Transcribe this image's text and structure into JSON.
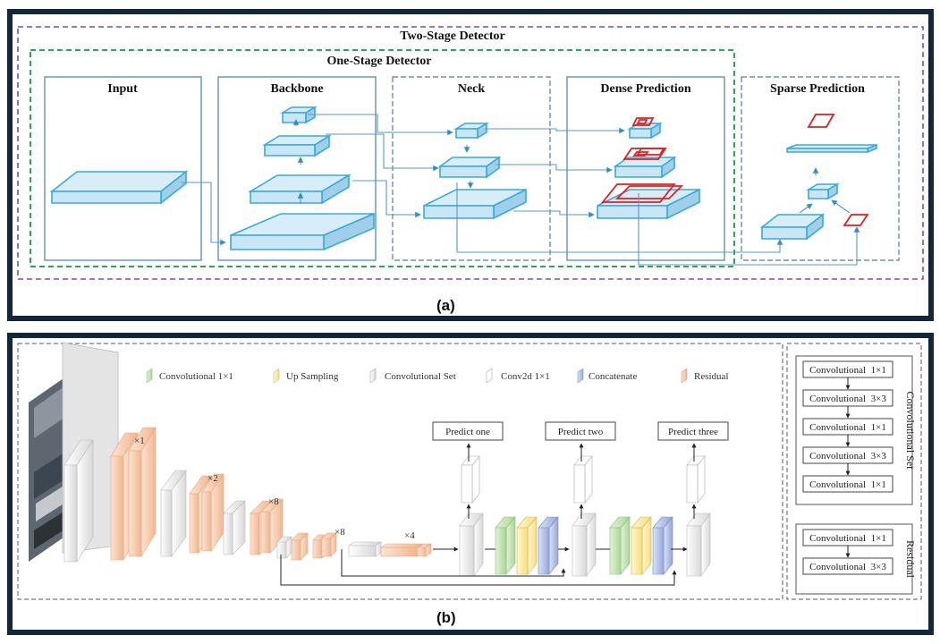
{
  "panel_a": {
    "label": "(a)",
    "two_stage": "Two-Stage Detector",
    "one_stage": "One-Stage Detector",
    "sections": {
      "input": "Input",
      "backbone": "Backbone",
      "neck": "Neck",
      "dense": "Dense Prediction",
      "sparse": "Sparse Prediction"
    }
  },
  "panel_b": {
    "label": "(b)",
    "legend": {
      "conv1x1": "Convolutional 1×1",
      "upsampling": "Up Sampling",
      "convset": "Convolutional Set",
      "conv2d": "Conv2d 1×1",
      "concat": "Concatenate",
      "residual": "Residual"
    },
    "multipliers": [
      "×1",
      "×2",
      "×8",
      "×8",
      "×4"
    ],
    "predict": [
      "Predict one",
      "Predict two",
      "Predict three"
    ],
    "convset_title": "Convolutional Set",
    "convset_items": [
      "Convolutional  1×1",
      "Convolutional  3×3",
      "Convolutional  1×1",
      "Convolutional  3×3",
      "Convolutional  1×1"
    ],
    "residual_title": "Residual",
    "residual_items": [
      "Convolutional  1×1",
      "Convolutional  3×3"
    ]
  },
  "colors": {
    "frame": "#14263a",
    "green_dash": "#2ea35a",
    "purple_dash": "#7a4f9e",
    "layer_blue": "#c8e6f5",
    "layer_edge": "#3aa8dc",
    "pred_red": "#e02020",
    "residual": "#f4c8a8",
    "conv_green": "#c7e5b8",
    "upsample_yellow": "#faeeaa",
    "concat_blue": "#b9c6ea"
  }
}
